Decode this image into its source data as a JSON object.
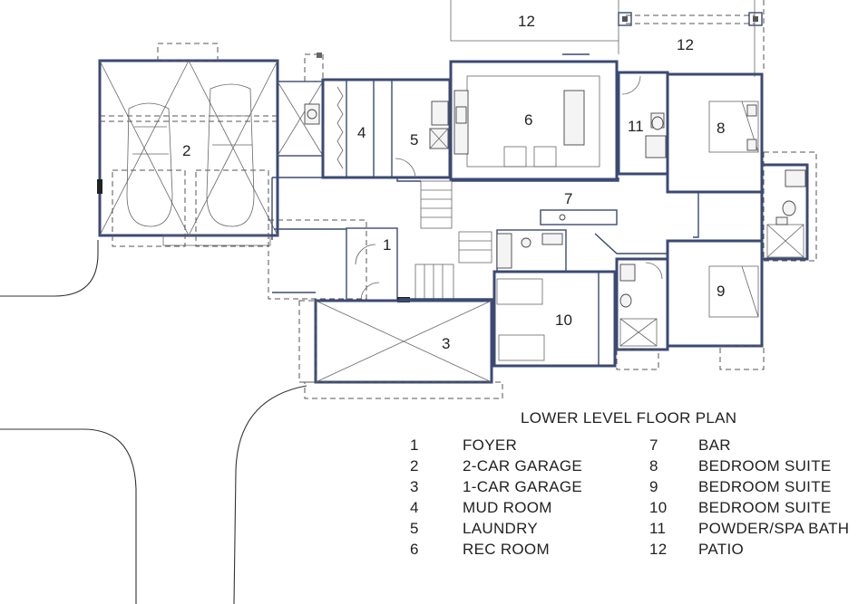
{
  "plan_title": "LOWER LEVEL FLOOR PLAN",
  "rooms": [
    {
      "num": "1",
      "name": "FOYER"
    },
    {
      "num": "2",
      "name": "2-CAR GARAGE"
    },
    {
      "num": "3",
      "name": "1-CAR GARAGE"
    },
    {
      "num": "4",
      "name": "MUD ROOM"
    },
    {
      "num": "5",
      "name": "LAUNDRY"
    },
    {
      "num": "6",
      "name": "REC ROOM"
    },
    {
      "num": "7",
      "name": "BAR"
    },
    {
      "num": "8",
      "name": "BEDROOM SUITE"
    },
    {
      "num": "9",
      "name": "BEDROOM SUITE"
    },
    {
      "num": "10",
      "name": "BEDROOM SUITE"
    },
    {
      "num": "11",
      "name": "POWDER/SPA BATH"
    },
    {
      "num": "12",
      "name": "PATIO"
    }
  ],
  "room_labels": [
    "1",
    "2",
    "3",
    "4",
    "5",
    "6",
    "7",
    "8",
    "9",
    "10",
    "11",
    "12",
    "12"
  ]
}
